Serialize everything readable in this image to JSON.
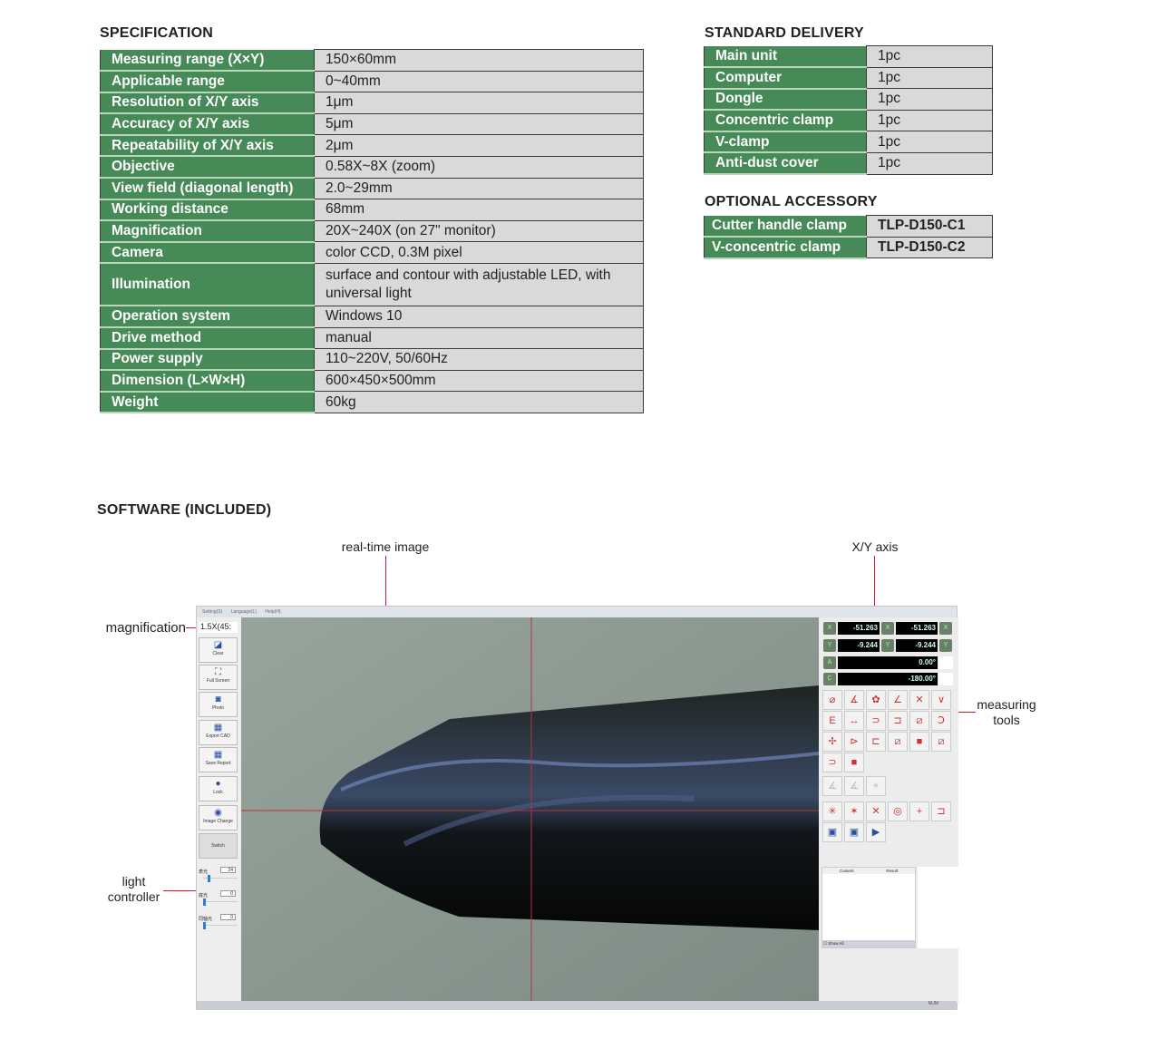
{
  "spec": {
    "title": "SPECIFICATION",
    "rows": [
      [
        "Measuring range (X×Y)",
        "150×60mm"
      ],
      [
        "Applicable range",
        "0~40mm"
      ],
      [
        "Resolution of X/Y axis",
        "1μm"
      ],
      [
        "Accuracy of X/Y axis",
        "5μm"
      ],
      [
        "Repeatability of X/Y axis",
        "2μm"
      ],
      [
        "Objective",
        "0.58X~8X (zoom)"
      ],
      [
        "View field (diagonal length)",
        "2.0~29mm"
      ],
      [
        "Working distance",
        "68mm"
      ],
      [
        "Magnification",
        "20X~240X (on 27\" monitor)"
      ],
      [
        "Camera",
        "color CCD, 0.3M pixel"
      ],
      [
        "Illumination",
        "surface and contour with adjustable LED, with universal light"
      ],
      [
        "Operation system",
        "Windows 10"
      ],
      [
        "Drive method",
        "manual"
      ],
      [
        "Power supply",
        "110~220V, 50/60Hz"
      ],
      [
        "Dimension (L×W×H)",
        "600×450×500mm"
      ],
      [
        "Weight",
        "60kg"
      ]
    ]
  },
  "delivery": {
    "title": "STANDARD DELIVERY",
    "rows": [
      [
        "Main unit",
        "1pc"
      ],
      [
        "Computer",
        "1pc"
      ],
      [
        "Dongle",
        "1pc"
      ],
      [
        "Concentric clamp",
        "1pc"
      ],
      [
        "V-clamp",
        "1pc"
      ],
      [
        "Anti-dust cover",
        "1pc"
      ]
    ]
  },
  "optional": {
    "title": "OPTIONAL ACCESSORY",
    "rows": [
      [
        "Cutter handle clamp",
        "TLP-D150-C1"
      ],
      [
        "V-concentric clamp",
        "TLP-D150-C2"
      ]
    ]
  },
  "software": {
    "title": "SOFTWARE (INCLUDED)",
    "annotations": {
      "realtime": "real-time image",
      "xy": "X/Y axis",
      "magnification": "magnification",
      "measuring": "measuring tools",
      "light": "light controller"
    },
    "menu": [
      "Setting(S)",
      "Language(L)",
      "Help(H)"
    ],
    "magnification_value": "1.5X(45:",
    "buttons": [
      "Clear",
      "Full Screen",
      "Photo",
      "Export CAD",
      "Save Report",
      "Lock",
      "Image Change",
      "Switch"
    ],
    "lights": [
      {
        "label": "表光",
        "value": "24",
        "level": 0.15
      },
      {
        "label": "底光",
        "value": "0",
        "level": 0
      },
      {
        "label": "同轴光",
        "value": "0",
        "level": 0
      }
    ],
    "coords": {
      "x1": "-51.263",
      "x2": "-51.263",
      "y1": "-9.244",
      "y2": "-9.244",
      "a": "0.00°",
      "c": "-180.00°"
    },
    "results": {
      "content": "Content",
      "result": "Result",
      "show_all": "Show All"
    },
    "status": "NUM",
    "accent": "#d9182b",
    "green": "#468a57"
  }
}
